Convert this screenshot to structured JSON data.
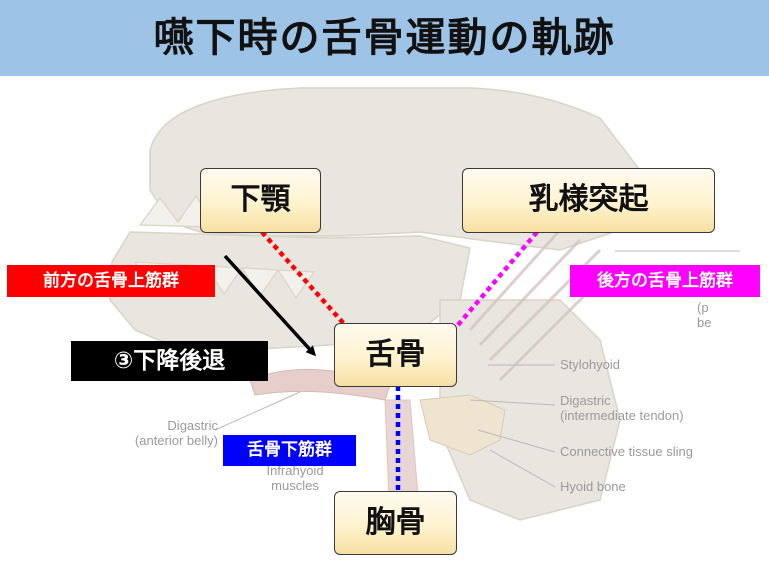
{
  "title": "嚥下時の舌骨運動の軌跡",
  "nodes": {
    "mandible": "下顎",
    "mastoid": "乳様突起",
    "hyoid": "舌骨",
    "sternum": "胸骨"
  },
  "tags": {
    "anterior_suprahyoid": "前方の舌骨上筋群",
    "posterior_suprahyoid": "後方の舌骨上筋群",
    "movement": "③下降後退",
    "infrahyoid": "舌骨下筋群"
  },
  "anatomy_labels": {
    "stylohyoid": "Stylohyoid",
    "digastric_intermediate_1": "Digastric",
    "digastric_intermediate_2": "(intermediate tendon)",
    "connective": "Connective tissue sling",
    "hyoid_bone": "Hyoid bone",
    "digastric_anterior_1": "Digastric",
    "digastric_anterior_2": "(anterior belly)",
    "infrahyoid_1": "Infrahyoid",
    "infrahyoid_2": "muscles",
    "partial_1": "(p",
    "partial_2": "be"
  },
  "colors": {
    "header_bg": "#9dc3e6",
    "anterior": "#ff0000",
    "posterior": "#ff00ff",
    "infrahyoid": "#0000ff",
    "movement": "#000000"
  }
}
